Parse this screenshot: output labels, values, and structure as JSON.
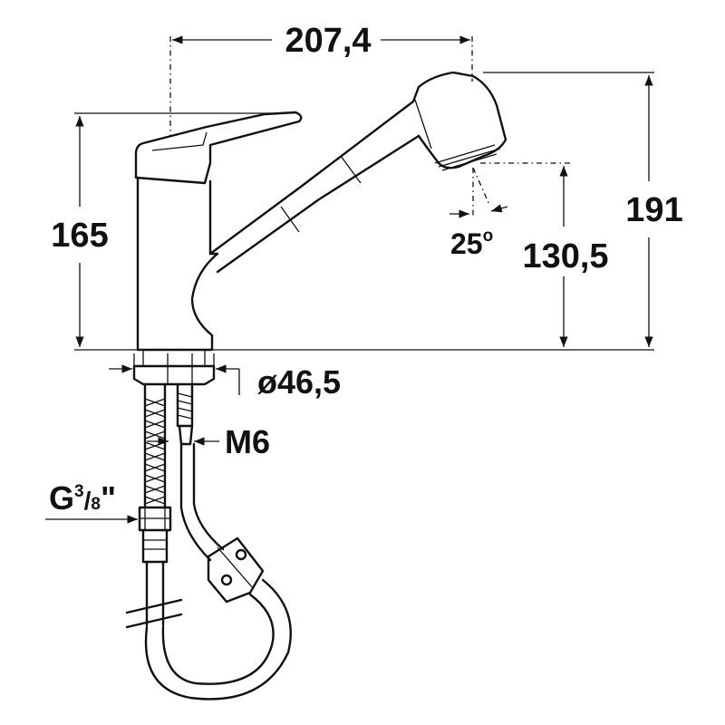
{
  "dimensions": {
    "width_total": "207,4",
    "height_lever": "165",
    "height_total": "191",
    "height_spout": "130,5",
    "spout_angle": "25",
    "spout_angle_unit": "o",
    "base_diameter": "ø46,5",
    "stud_thread": "M6",
    "hose_thread_prefix": "G",
    "hose_thread_num": "3",
    "hose_thread_den": "8",
    "hose_thread_suffix": "\""
  }
}
